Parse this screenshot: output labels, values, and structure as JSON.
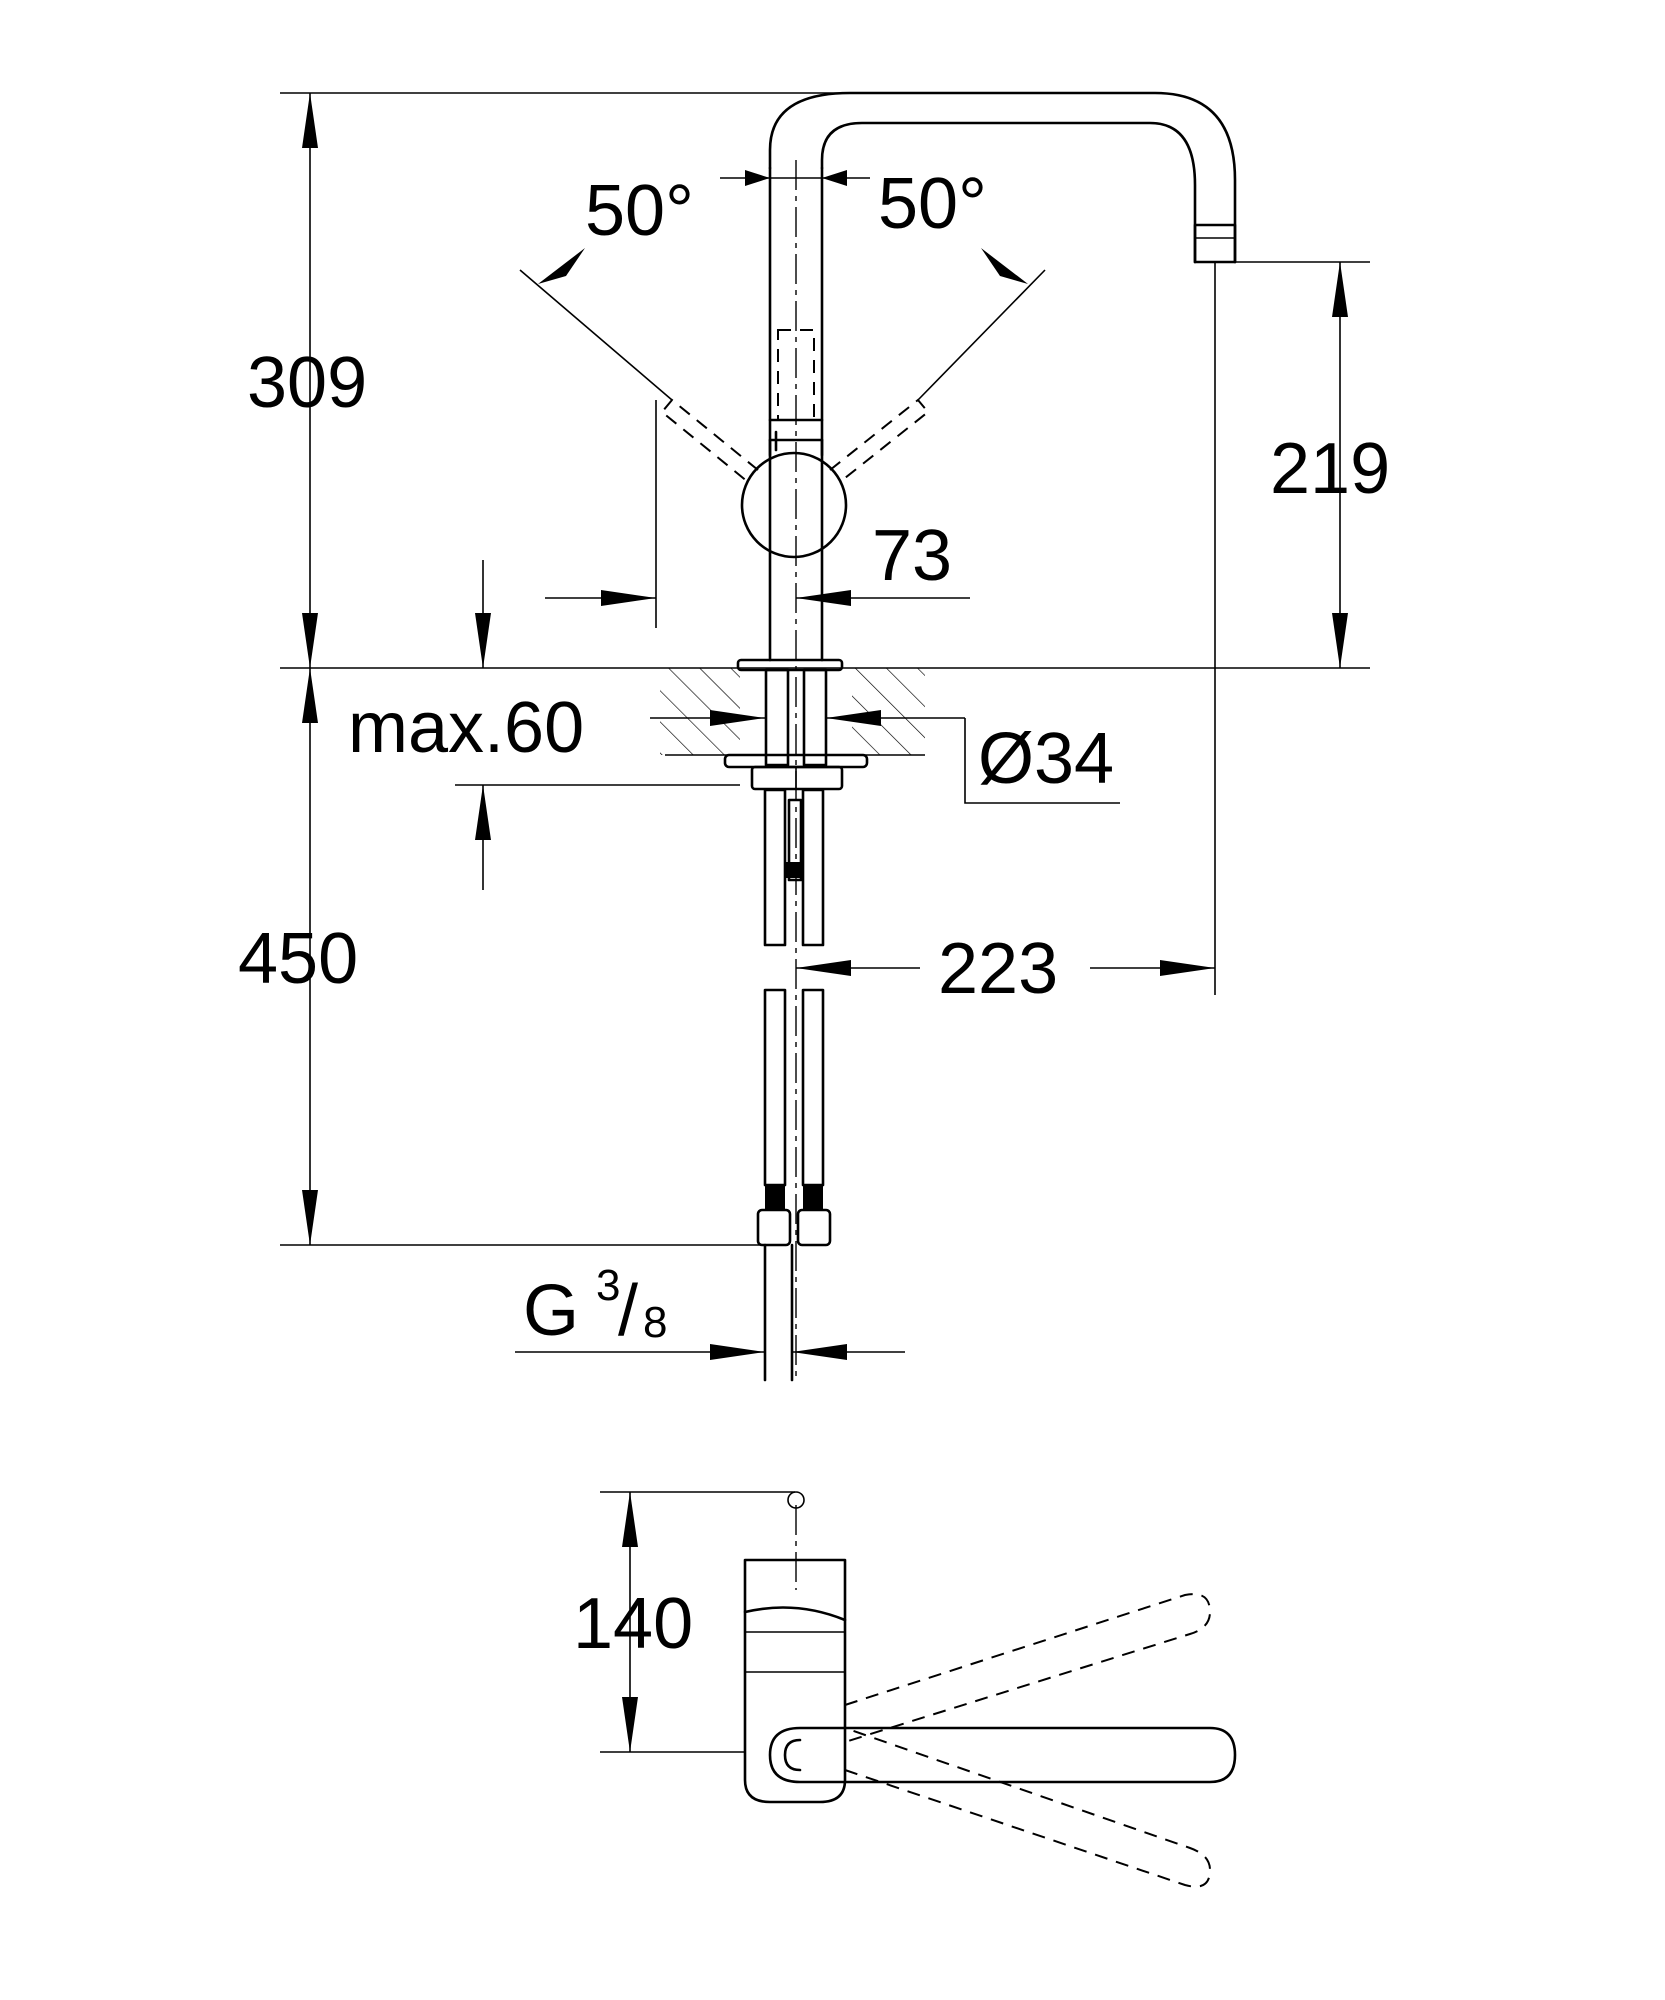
{
  "labels": {
    "height_total": "309",
    "angle_left": "50°",
    "angle_right": "50°",
    "spout_height": "219",
    "handle_offset": "73",
    "max_deck": "max.60",
    "hole_diameter": "Ø34",
    "hose_length": "450",
    "spout_reach": "223",
    "thread_main": "G",
    "thread_num": "3",
    "thread_slash": "/",
    "thread_den": "8",
    "top_depth": "140"
  }
}
